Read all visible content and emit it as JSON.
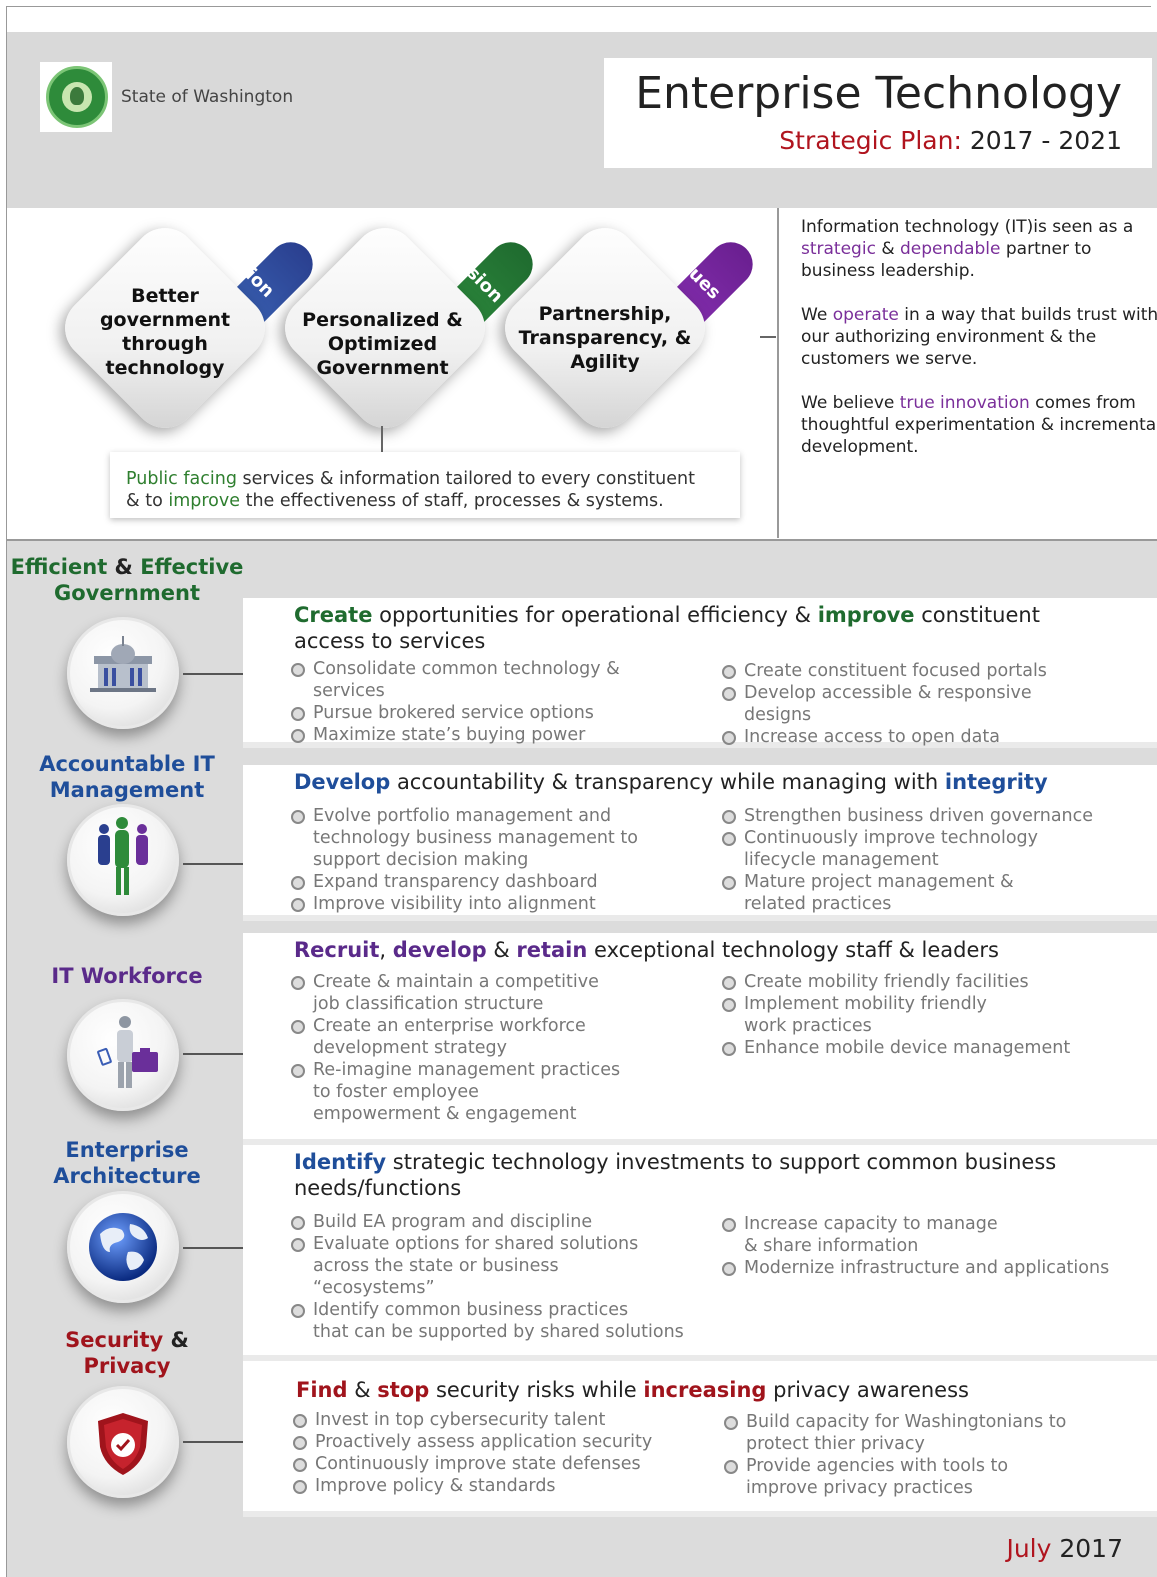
{
  "header": {
    "state_name": "State of Washington",
    "title": "Enterprise Technology",
    "subtitle_accent": "Strategic Plan:",
    "subtitle_years": "2017 - 2021"
  },
  "vmv": {
    "vision": {
      "tag": "Vision",
      "text": "Better government through technology",
      "color": "#3a5db5"
    },
    "mission": {
      "tag": "Mission",
      "text": "Personalized & Optimized Government",
      "color": "#2e8b3a"
    },
    "values": {
      "tag": "Values",
      "text": "Partnership, Transparency, & Agility",
      "color": "#8a2fb0"
    },
    "public": {
      "p1": "Public facing",
      "p2": " services & information tailored to every constituent",
      "p3": "& to ",
      "p4": "improve",
      "p5": " the effectiveness of staff, processes & systems."
    },
    "side": {
      "s1a": "Information technology (IT)is seen as a ",
      "s1b": "strategic",
      "s1c": " & ",
      "s1d": "dependable",
      "s1e": " partner to business leadership.",
      "s2a": "We ",
      "s2b": "operate",
      "s2c": " in a way that builds trust with our authorizing environment & the customers we serve.",
      "s3a": "We believe ",
      "s3b": "true innovation",
      "s3c": " comes from thoughtful experimentation & incremental development."
    }
  },
  "goals": [
    {
      "label_a": "Efficient",
      "label_b": " & ",
      "label_c": "Effective",
      "label_d": "Government",
      "icon": "capitol-icon",
      "head_1": "Create",
      "head_2": " opportunities for operational efficiency & ",
      "head_3": "improve",
      "head_4": " constituent access to services",
      "left": [
        "Consolidate common technology &\nservices",
        "Pursue brokered service options",
        "Maximize state’s buying power"
      ],
      "right": [
        "Create constituent focused portals",
        "Develop accessible & responsive\ndesigns",
        "Increase access to open data"
      ]
    },
    {
      "label": "Accountable IT Management",
      "icon": "people-icon",
      "head_1": "Develop",
      "head_2": " accountability & transparency while managing with ",
      "head_3": "integrity",
      "left": [
        "Evolve portfolio management and\ntechnology business management to\nsupport decision making",
        "Expand transparency dashboard",
        "Improve visibility into alignment"
      ],
      "right": [
        "Strengthen business driven governance",
        "Continuously improve technology\nlifecycle management",
        "Mature project management &\nrelated practices"
      ]
    },
    {
      "label": "IT Workforce",
      "icon": "worker-icon",
      "head_1": "Recruit",
      "head_2": ", ",
      "head_3": "develop",
      "head_4": " & ",
      "head_5": "retain",
      "head_6": " exceptional technology staff & leaders",
      "left": [
        "Create & maintain a competitive\njob classification structure",
        "Create an enterprise workforce\ndevelopment strategy",
        "Re-imagine management practices\nto foster employee\nempowerment & engagement"
      ],
      "right": [
        "Create mobility friendly facilities",
        "Implement mobility friendly\nwork practices",
        "Enhance mobile device management"
      ]
    },
    {
      "label": "Enterprise Architecture",
      "icon": "globe-icon",
      "head_1": "Identify",
      "head_2": " strategic technology investments to support common business needs/functions",
      "left": [
        "Build EA program and discipline",
        "Evaluate options for shared solutions\nacross the state or business\n“ecosystems”",
        "Identify common business practices\nthat can be supported by shared solutions"
      ],
      "right": [
        "Increase capacity to manage\n& share information",
        "Modernize infrastructure and applications"
      ]
    },
    {
      "label_a": "Security",
      "label_b": " &",
      "label_c": "Privacy",
      "icon": "shield-icon",
      "head_1": "Find",
      "head_2": " & ",
      "head_3": "stop",
      "head_4": " security risks while ",
      "head_5": "increasing",
      "head_6": " privacy awareness",
      "left": [
        "Invest in top cybersecurity talent",
        "Proactively assess application security",
        "Continuously improve state defenses",
        "Improve policy & standards"
      ],
      "right": [
        "Build capacity for Washingtonians to\nprotect thier privacy",
        "Provide agencies with tools to\nimprove privacy practices"
      ]
    }
  ],
  "footer": {
    "month": "July",
    "year": " 2017"
  },
  "colors": {
    "green": "#1f6b2f",
    "blue": "#1f4e9a",
    "purple": "#5a2a8a",
    "red": "#a0141c"
  }
}
